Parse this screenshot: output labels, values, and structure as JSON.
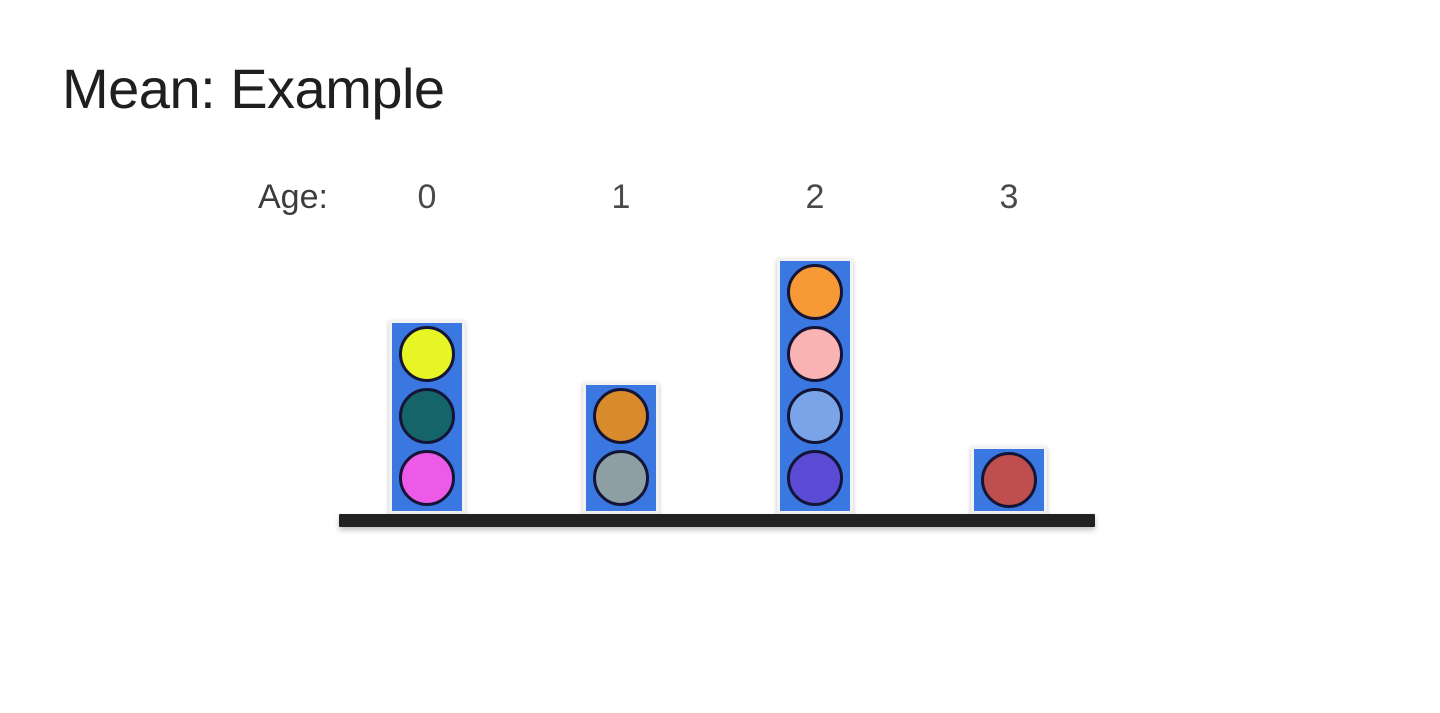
{
  "slide": {
    "title": "Mean: Example",
    "background_color": "#ffffff",
    "title_color": "#1f1f1f"
  },
  "axis": {
    "caption": "Age:",
    "caption_color": "#3c3c3c",
    "tick_color": "#4a4a4a"
  },
  "chart_data": {
    "type": "bar",
    "title": "Mean: Example",
    "subtitle": "",
    "xlabel": "Age:",
    "ylabel": "",
    "categories": [
      "0",
      "1",
      "2",
      "3"
    ],
    "values": [
      3,
      2,
      4,
      1
    ],
    "ylim": [
      0,
      4
    ],
    "grid": false,
    "legend_position": "none",
    "annotations": [],
    "notes": "Stacked pictograph: each blue column holds one circular token per individual of that age.",
    "column_color": "#3b77e0",
    "column_border_color": "#f2f2f2",
    "token_outline_color": "#141436",
    "baseline_color": "#212121",
    "tokens": [
      {
        "category": "0",
        "count": 3,
        "colors": [
          "#e8f524",
          "#15646a",
          "#ee5ae8"
        ],
        "names": [
          "yellow-token",
          "teal-token",
          "magenta-token"
        ]
      },
      {
        "category": "1",
        "count": 2,
        "colors": [
          "#d98a2b",
          "#8e9fa3",
          "",
          ""
        ],
        "names": [
          "ochre-token",
          "slate-gray-token"
        ]
      },
      {
        "category": "2",
        "count": 4,
        "colors": [
          "#f79a35",
          "#f9b3b3",
          "#7ba3e8",
          "#5b4bd4"
        ],
        "names": [
          "orange-token",
          "pink-token",
          "light-blue-token",
          "indigo-token"
        ]
      },
      {
        "category": "3",
        "count": 1,
        "colors": [
          "#bf4f4f"
        ],
        "names": [
          "brick-red-token"
        ]
      }
    ]
  }
}
